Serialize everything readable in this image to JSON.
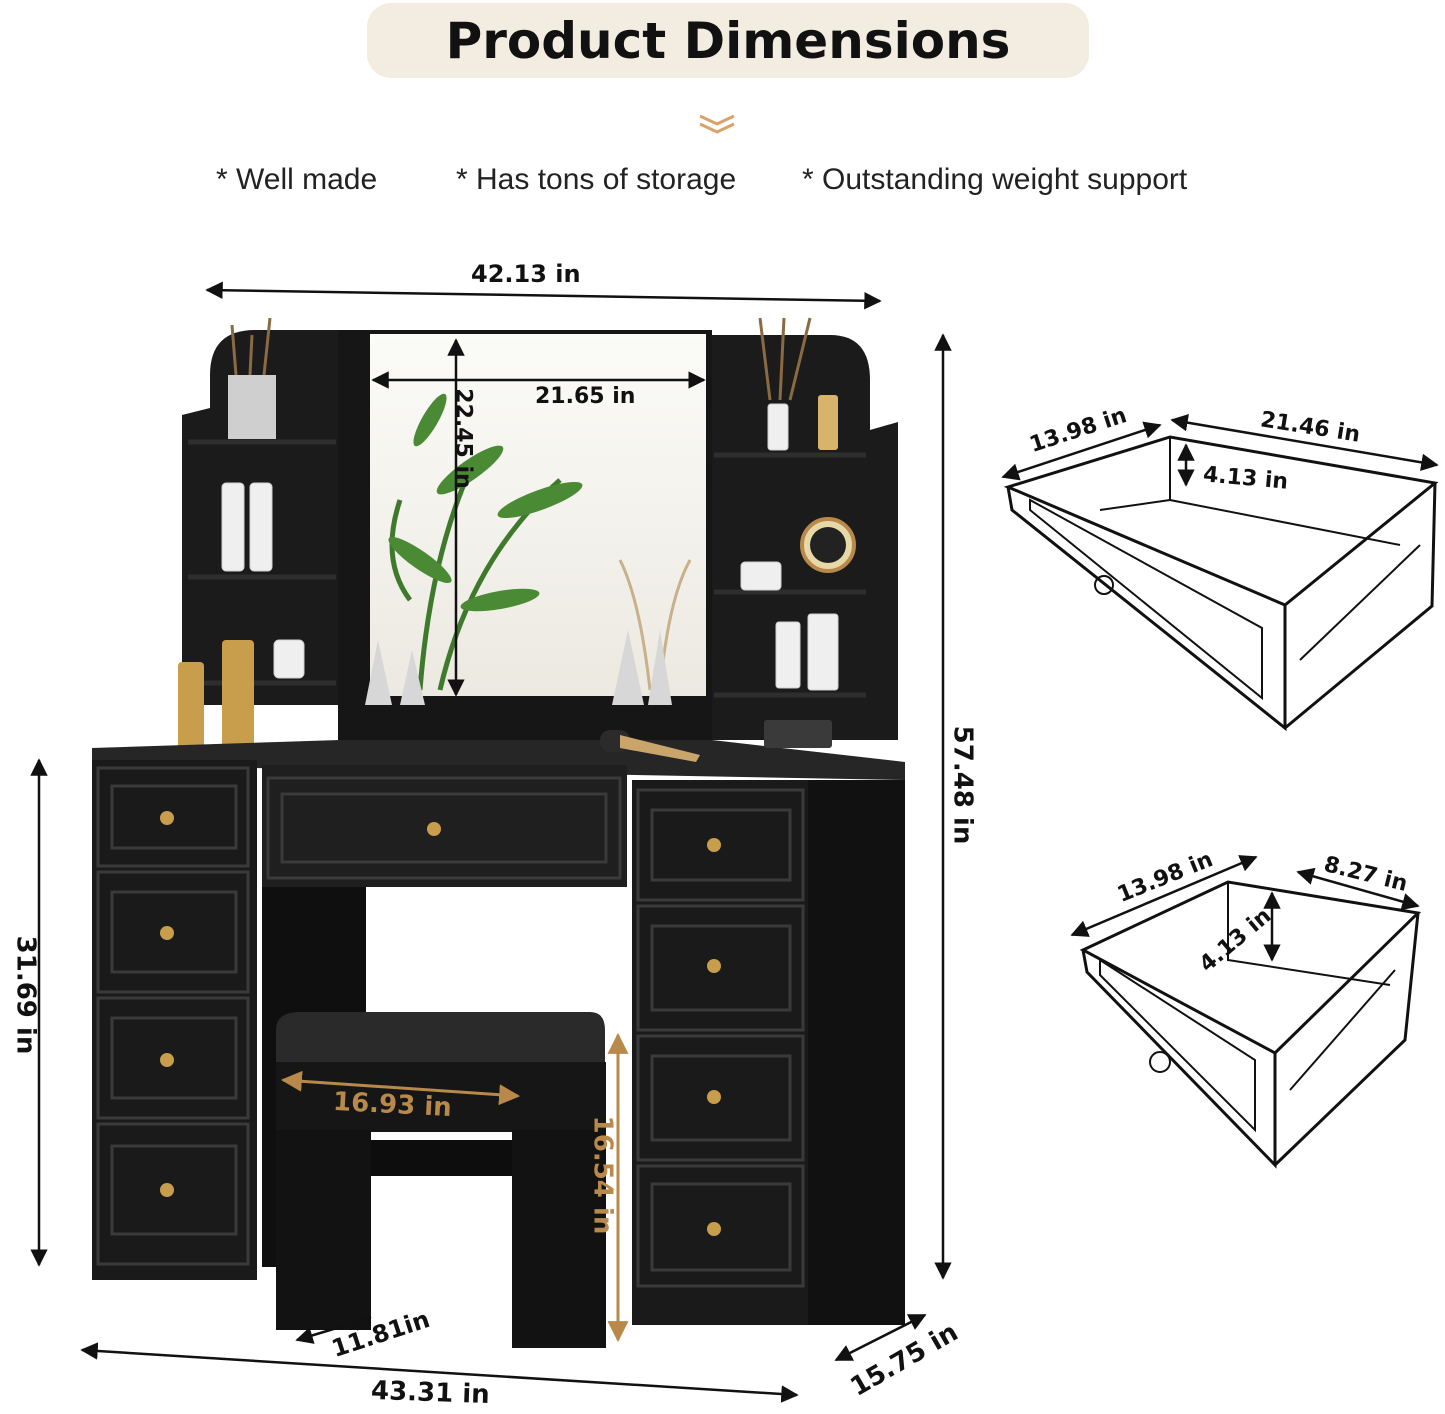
{
  "title": "Product Dimensions",
  "features": [
    "* Well made",
    "* Has tons of storage",
    "* Outstanding weight support"
  ],
  "dimensions": {
    "overall_width": "42.13 in",
    "mirror_width": "21.65 in",
    "mirror_height": "22.45 in",
    "overall_height": "57.48 in",
    "desk_height": "31.69 in",
    "stool_width": "16.93 in",
    "stool_height": "16.54 in",
    "stool_depth": "11.81in",
    "base_width": "43.31 in",
    "depth": "15.75 in"
  },
  "large_drawer": {
    "depth": "13.98 in",
    "width": "21.46 in",
    "height": "4.13 in"
  },
  "small_drawer": {
    "depth": "13.98 in",
    "width": "8.27 in",
    "height": "4.13 in"
  },
  "colors": {
    "pill": "#f3ece0",
    "furniture": "#1c1c1c",
    "accent_gold": "#b8894a",
    "chevron": "#d9a26a"
  }
}
